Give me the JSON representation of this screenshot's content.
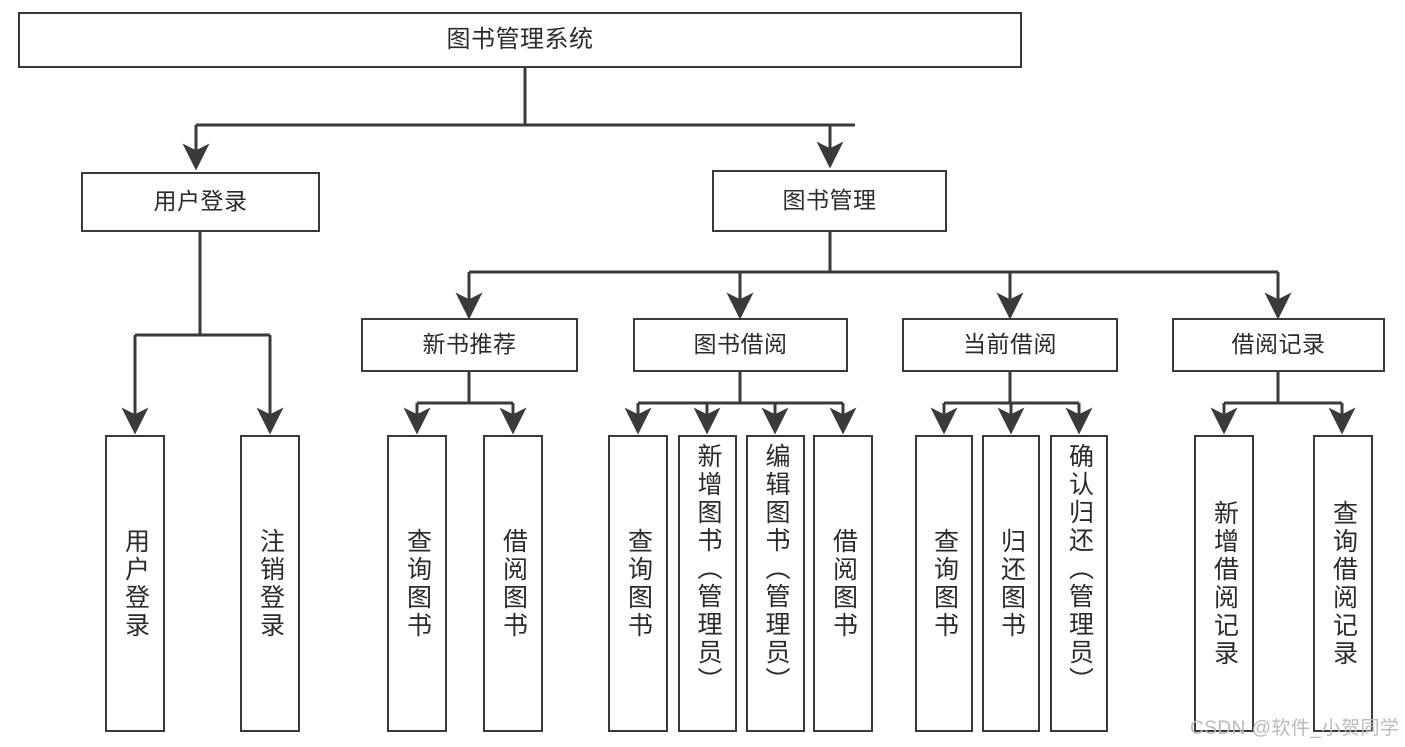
{
  "diagram": {
    "title": "图书管理系统",
    "type": "tree",
    "stroke_color": "#3a3a3a",
    "text_color": "#2b2b2b",
    "background_color": "#ffffff",
    "watermark": "CSDN @软件_小贺同学",
    "watermark_color": "#b9b9b9"
  },
  "nodes": {
    "root": {
      "label": "图书管理系统"
    },
    "level2": [
      {
        "id": "user-login",
        "label": "用户登录"
      },
      {
        "id": "book-management",
        "label": "图书管理"
      }
    ],
    "level3": [
      {
        "id": "new-book-recommend",
        "label": "新书推荐"
      },
      {
        "id": "book-borrow",
        "label": "图书借阅"
      },
      {
        "id": "current-borrow",
        "label": "当前借阅"
      },
      {
        "id": "borrow-record",
        "label": "借阅记录"
      }
    ],
    "leaves": {
      "user_login": [
        {
          "id": "leaf-user-login",
          "label": "用户登录",
          "align": "centered"
        },
        {
          "id": "leaf-user-logout",
          "label": "注销登录",
          "align": "centered"
        }
      ],
      "new_book_recommend": [
        {
          "id": "leaf-query-book-1",
          "label": "查询图书",
          "align": "centered"
        },
        {
          "id": "leaf-borrow-book-1",
          "label": "借阅图书",
          "align": "centered"
        }
      ],
      "book_borrow": [
        {
          "id": "leaf-query-book-2",
          "label": "查询图书",
          "align": "centered"
        },
        {
          "id": "leaf-add-book",
          "label": "新增图书（管理员）",
          "align": "topped"
        },
        {
          "id": "leaf-edit-book",
          "label": "编辑图书（管理员）",
          "align": "topped"
        },
        {
          "id": "leaf-borrow-book-2",
          "label": "借阅图书",
          "align": "centered"
        }
      ],
      "current_borrow": [
        {
          "id": "leaf-query-book-3",
          "label": "查询图书",
          "align": "centered"
        },
        {
          "id": "leaf-return-book",
          "label": "归还图书",
          "align": "centered"
        },
        {
          "id": "leaf-confirm-return",
          "label": "确认归还（管理员）",
          "align": "topped"
        }
      ],
      "borrow_record": [
        {
          "id": "leaf-add-borrow-record",
          "label": "新增借阅记录",
          "align": "centered"
        },
        {
          "id": "leaf-query-borrow-record",
          "label": "查询借阅记录",
          "align": "centered"
        }
      ]
    }
  }
}
